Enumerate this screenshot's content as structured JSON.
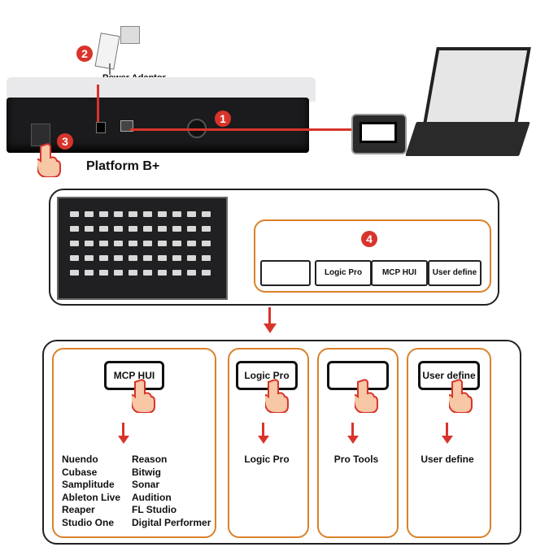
{
  "top": {
    "power_adaptor": "Power Adaptor",
    "device_name": "Platform B+",
    "badges": [
      "1",
      "2",
      "3"
    ]
  },
  "device_mode": {
    "badge": "4",
    "keys": [
      "",
      "Logic Pro",
      "MCP HUI",
      "User define"
    ]
  },
  "modes": [
    {
      "button": "MCP HUI",
      "software_col1": [
        "Nuendo",
        "Cubase",
        "Samplitude",
        "Ableton Live",
        "Reaper",
        "Studio One"
      ],
      "software_col2": [
        "Reason",
        "Bitwig",
        "Sonar",
        "Audition",
        "FL Studio",
        "Digital Performer"
      ]
    },
    {
      "button": "Logic Pro",
      "label": "Logic Pro"
    },
    {
      "button": "",
      "label": "Pro Tools"
    },
    {
      "button": "User define",
      "label": "User define"
    }
  ],
  "colors": {
    "accent_red": "#d8342b",
    "orange": "#d9822b",
    "dark": "#1b1b1d"
  }
}
